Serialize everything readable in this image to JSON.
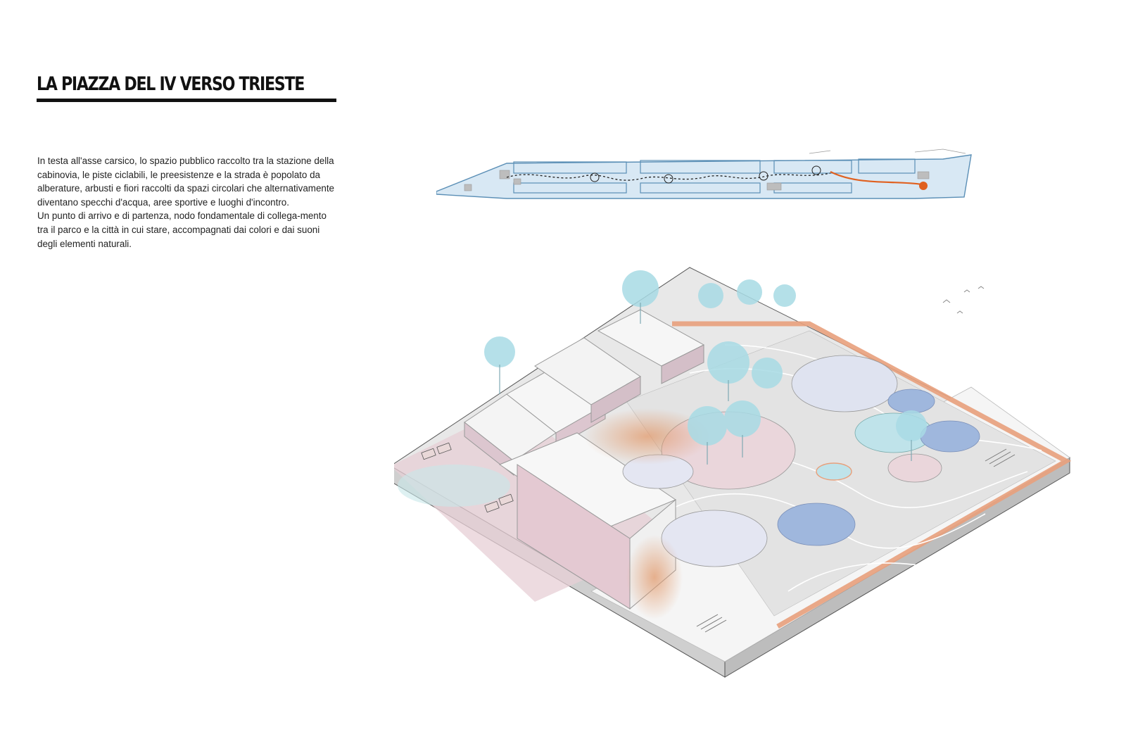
{
  "header": {
    "title": "LA PIAZZA DEL IV VERSO TRIESTE"
  },
  "description": {
    "paragraphs": [
      "In testa all'asse carsico, lo spazio pubblico raccolto tra la stazione della cabinovia, le piste ciclabili, le preesistenze e la strada è popolato da alberature, arbusti e fiori raccolti da spazi circolari che alternativamente diventano specchi d'acqua, aree sportive e luoghi d'incontro.",
      "Un punto di arrivo e di partenza, nodo fondamentale di collega-mento tra il parco e la città in cui stare, accompagnati dai colori e dai suoni degli elementi naturali."
    ]
  },
  "palette": {
    "accent_orange": "#e0601f",
    "plan_fill": "#d8e8f4",
    "plan_stroke": "#5b8fb6",
    "water_blue": "#9fb7dd",
    "water_light": "#bfe3ea",
    "station_pink": "#e7cfd6",
    "ground_gray": "#e3e3e3",
    "tree_cyan": "#a8dbe5"
  }
}
